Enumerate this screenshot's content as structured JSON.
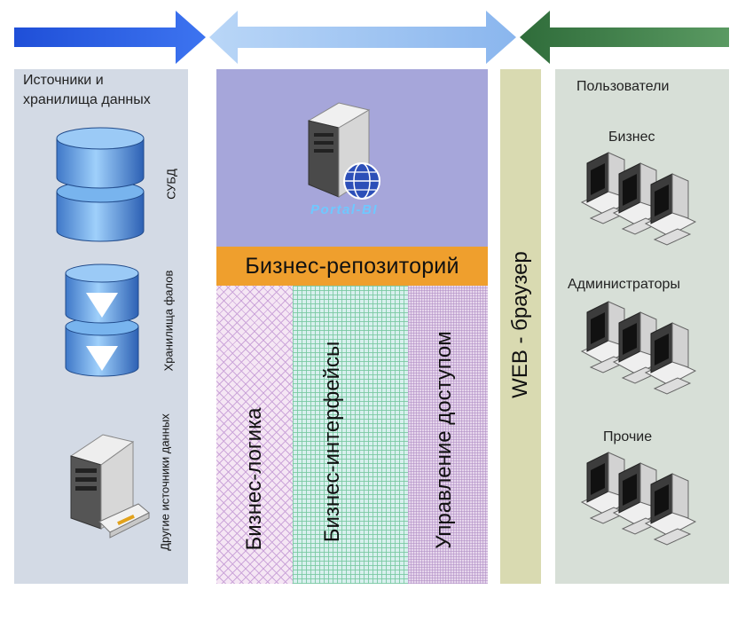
{
  "sources": {
    "title_line1": "Источники и",
    "title_line2": "хранилища данных",
    "items": [
      {
        "label": "СУБД"
      },
      {
        "label": "Хранилища фалов"
      },
      {
        "label": "Другие источники данных"
      }
    ]
  },
  "center": {
    "server_label": "Portal-BI",
    "repository_label": "Бизнес-репозиторий",
    "columns": [
      {
        "label": "Бизнес-логика"
      },
      {
        "label": "Бизнес-интерфейсы"
      },
      {
        "label": "Управление доступом"
      }
    ]
  },
  "web": {
    "label": "WEB - браузер"
  },
  "users": {
    "title": "Пользователи",
    "groups": [
      {
        "label": "Бизнес"
      },
      {
        "label": "Администраторы"
      },
      {
        "label": "Прочие"
      }
    ]
  },
  "colors": {
    "arrow_blue": "#2a5fe6",
    "arrow_light_blue": "#9cc3f2",
    "arrow_green": "#3f7f4a",
    "repository": "#ef9f2d",
    "center_panel": "#a6a6da",
    "web_panel": "#d9dab1"
  }
}
